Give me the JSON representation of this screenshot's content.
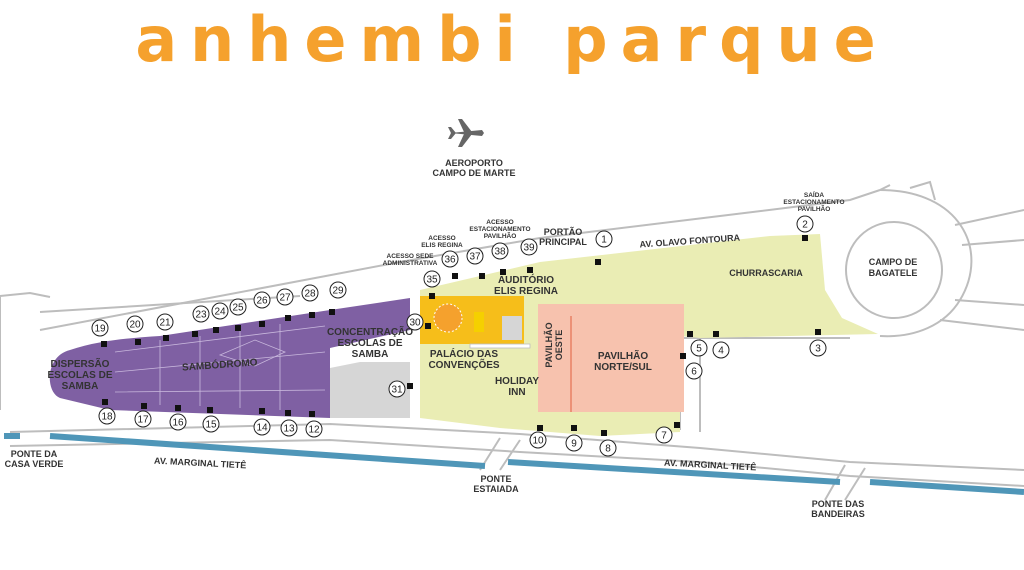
{
  "title": "anhembi parque",
  "colors": {
    "title": "#F5A12D",
    "sambodromo": "#7F60A3",
    "park": "#EAEDB4",
    "palacio": "#F6BE1A",
    "pavilhao": "#F7C2AE",
    "grey": "#D6D6D6",
    "road": "#BDBDBD",
    "river": "#4F96B8"
  },
  "airport": {
    "icon": "airplane-icon",
    "line1": "AEROPORTO",
    "line2": "CAMPO DE MARTE"
  },
  "labels": {
    "saida": [
      "SAÍDA",
      "ESTACIONAMENTO",
      "PAVILHÃO"
    ],
    "acesso_pavilhao": [
      "ACESSO",
      "ESTACIONAMENTO",
      "PAVILHÃO"
    ],
    "acesso_elis": [
      "ACESSO",
      "ELIS REGINA"
    ],
    "acesso_sede": [
      "ACESSO SEDE",
      "ADMINISTRATIVA"
    ],
    "portao": [
      "PORTÃO",
      "PRINCIPAL"
    ],
    "olavo": "AV. OLAVO FONTOURA",
    "churrascaria": "CHURRASCARIA",
    "campo": [
      "CAMPO DE",
      "BAGATELE"
    ],
    "auditorio": [
      "AUDITÓRIO",
      "ELIS REGINA"
    ],
    "palacio": [
      "PALÁCIO DAS",
      "CONVENÇÕES"
    ],
    "holiday": [
      "HOLIDAY",
      "INN"
    ],
    "pav_oeste": [
      "PAVILHÃO",
      "OESTE"
    ],
    "pav_norte": [
      "PAVILHÃO",
      "NORTE/SUL"
    ],
    "concentracao": [
      "CONCENTRAÇÃO",
      "ESCOLAS DE",
      "SAMBA"
    ],
    "sambodromo": "SAMBÓDROMO",
    "dispersao": [
      "DISPERSÃO",
      "ESCOLAS DE",
      "SAMBA"
    ],
    "marginal1": "AV. MARGINAL TIETÊ",
    "marginal2": "AV. MARGINAL TIETÊ",
    "ponte_casa": [
      "PONTE DA",
      "CASA VERDE"
    ],
    "ponte_estaiada": [
      "PONTE",
      "ESTAIADA"
    ],
    "ponte_bandeiras": [
      "PONTE DAS",
      "BANDEIRAS"
    ]
  },
  "gates": [
    "1",
    "2",
    "3",
    "4",
    "5",
    "6",
    "7",
    "8",
    "9",
    "10",
    "12",
    "13",
    "14",
    "15",
    "16",
    "17",
    "18",
    "19",
    "20",
    "21",
    "23",
    "24",
    "25",
    "26",
    "27",
    "28",
    "29",
    "30",
    "31",
    "35",
    "36",
    "37",
    "38",
    "39"
  ]
}
